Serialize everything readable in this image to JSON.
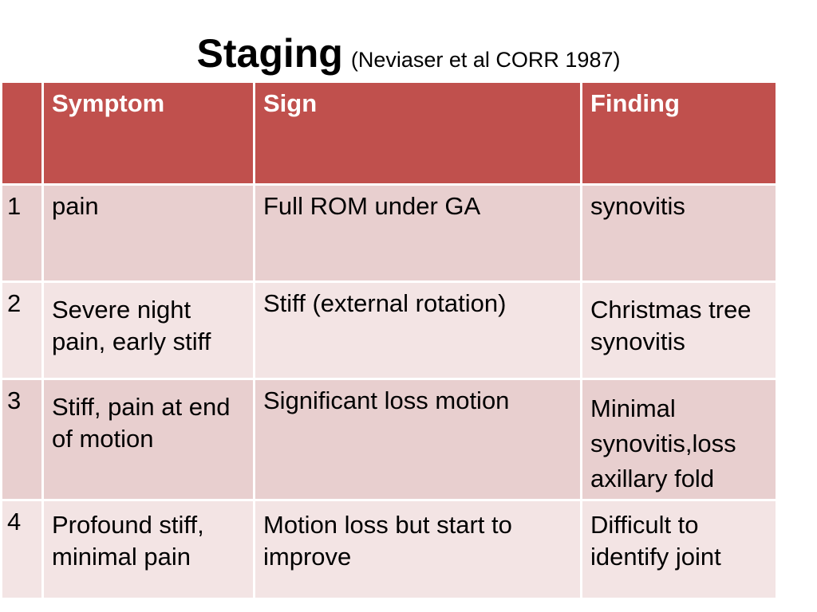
{
  "title": {
    "main": "Staging",
    "sub": "(Neviaser et al CORR 1987)"
  },
  "table": {
    "headers": [
      "",
      "Symptom",
      "Sign",
      "Finding"
    ],
    "rows": [
      {
        "stage": "1",
        "symptom": "pain",
        "sign": "Full ROM under GA",
        "finding": "synovitis"
      },
      {
        "stage": "2",
        "symptom": "Severe night pain, early stiff",
        "sign": "Stiff (external rotation)",
        "finding": "Christmas tree synovitis"
      },
      {
        "stage": "3",
        "symptom": "Stiff, pain at end of motion",
        "sign": "Significant loss motion",
        "finding": "Minimal synovitis,loss axillary fold"
      },
      {
        "stage": "4",
        "symptom": "Profound stiff, minimal pain",
        "sign": "Motion loss but start to improve",
        "finding": "Difficult to identify joint"
      }
    ]
  },
  "colors": {
    "header_bg": "#c0504d",
    "row_odd_bg": "#e8cfcf",
    "row_even_bg": "#f3e4e4"
  }
}
